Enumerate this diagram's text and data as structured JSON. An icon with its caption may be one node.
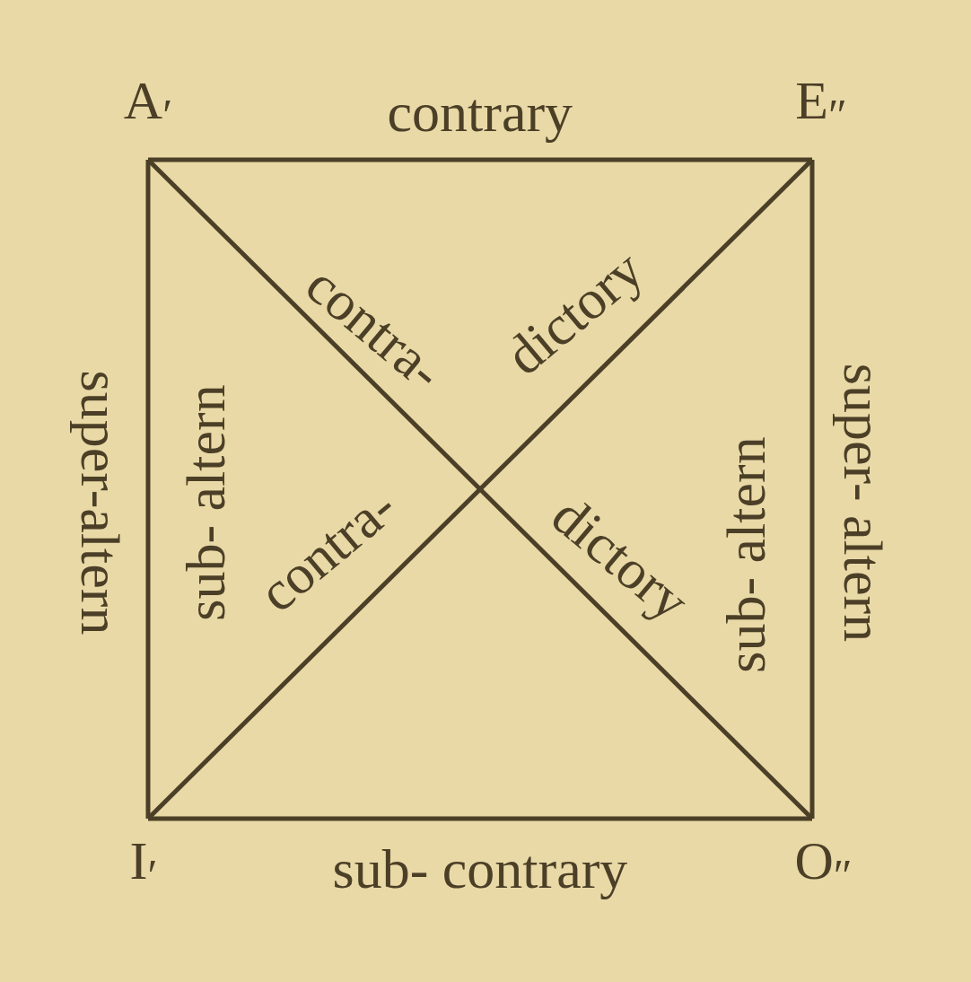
{
  "diagram": {
    "nodes": [
      {
        "text": [
          "A$_{′}$"
        ]
      },
      {
        "text": [
          "E$_{″}$"
        ]
      },
      {
        "text": [
          "I$_{′}$"
        ]
      },
      {
        "text": [
          "O$_{″}$"
        ]
      }
    ],
    "edges": [
      {
        "from": 0,
        "to": 1,
        "arrow": "none",
        "label": "contrary"
      },
      {
        "from": 0,
        "to": 2,
        "arrow": "none",
        "label": "super-altern"
      },
      {
        "from": 1,
        "to": 3,
        "arrow": "none",
        "label": "super- altern"
      },
      {
        "from": 2,
        "to": 3,
        "arrow": "none",
        "label": "sub- contrary"
      },
      {
        "from": 0,
        "to": 3,
        "arrow": "none"
      },
      {
        "from": 1,
        "to": 2,
        "arrow": "none"
      }
    ],
    "labels": [
      "contra-",
      "dictory",
      "sub- altern",
      "contra-",
      "dictory",
      "sub- altern"
    ]
  }
}
